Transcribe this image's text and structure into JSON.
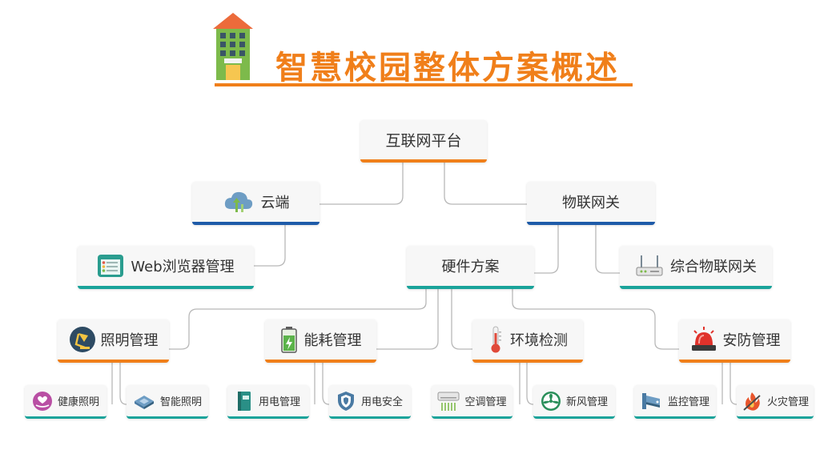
{
  "title": "智慧校园整体方案概述",
  "nodes": {
    "internet_platform": "互联网平台",
    "cloud": "云端",
    "iot_gateway": "物联网关",
    "web_browser_mgmt": "Web浏览器管理",
    "hardware_solution": "硬件方案",
    "integrated_iot_gateway": "综合物联网关",
    "lighting_mgmt": "照明管理",
    "energy_mgmt": "能耗管理",
    "env_monitoring": "环境检测",
    "security_mgmt": "安防管理",
    "healthy_lighting": "健康照明",
    "smart_lighting": "智能照明",
    "power_usage_mgmt": "用电管理",
    "power_safety": "用电安全",
    "ac_mgmt": "空调管理",
    "fresh_air_mgmt": "新风管理",
    "surveillance_mgmt": "监控管理",
    "fire_mgmt": "火灾管理"
  },
  "icons": {
    "title": "school-building-icon",
    "cloud": "cloud-upload-icon",
    "web_browser_mgmt": "browser-list-icon",
    "integrated_iot_gateway": "router-icon",
    "lighting_mgmt": "desk-lamp-icon",
    "energy_mgmt": "battery-icon",
    "env_monitoring": "thermometer-icon",
    "security_mgmt": "alarm-siren-icon",
    "healthy_lighting": "heart-hand-icon",
    "smart_lighting": "chip-icon",
    "power_usage_mgmt": "book-icon",
    "power_safety": "shield-icon",
    "ac_mgmt": "air-conditioner-icon",
    "fresh_air_mgmt": "fan-icon",
    "surveillance_mgmt": "cctv-camera-icon",
    "fire_mgmt": "fire-icon"
  },
  "colors": {
    "accent_orange": "#f07f1a",
    "accent_blue": "#1e5ba8",
    "accent_teal": "#1aa39a",
    "connector": "#b8b8b8"
  }
}
